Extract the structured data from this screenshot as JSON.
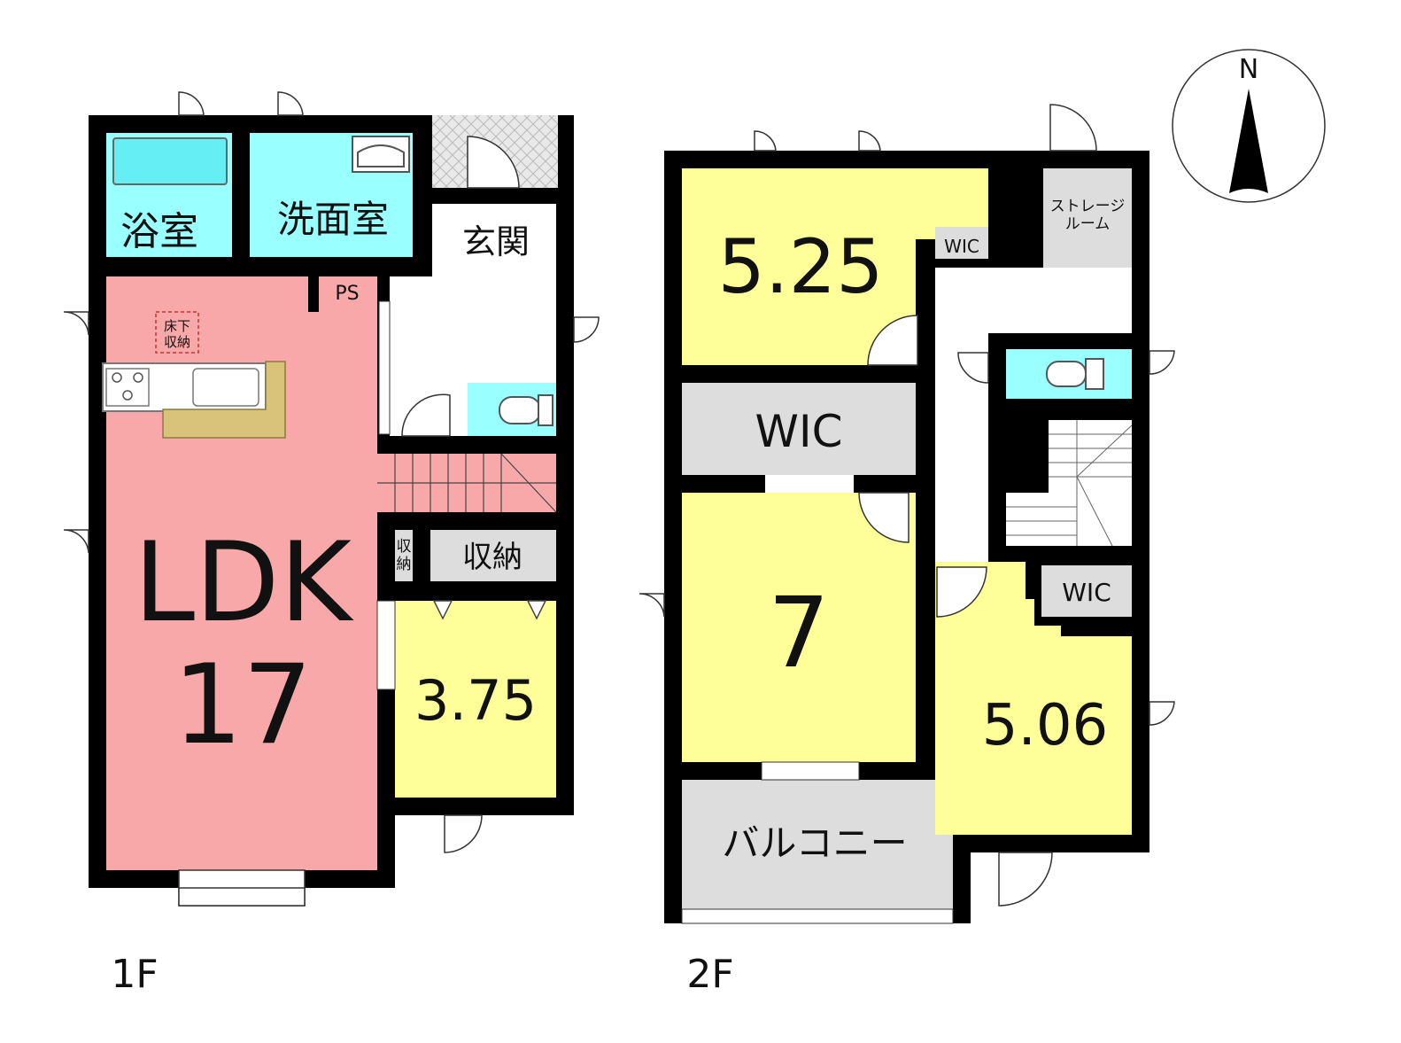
{
  "floors": [
    {
      "label": "1F",
      "rooms": {
        "bath": "浴室",
        "washroom": "洗面室",
        "entrance": "玄関",
        "ps": "PS",
        "underfloor_storage_line1": "床下",
        "underfloor_storage_line2": "収納",
        "ldk_name": "LDK",
        "ldk_size": "17",
        "small_storage_line1": "収",
        "small_storage_line2": "納",
        "storage": "収納",
        "bedroom_size": "3.75"
      }
    },
    {
      "label": "2F",
      "rooms": {
        "room_a_size": "5.25",
        "wic_small": "WIC",
        "storage_room_line1": "ストレージ",
        "storage_room_line2": "ルーム",
        "wic_center": "WIC",
        "room_b_size": "7",
        "wic_right": "WIC",
        "room_c_size": "5.06",
        "balcony": "バルコニー"
      }
    }
  ],
  "compass": {
    "label": "N"
  },
  "colors": {
    "wall": "#000000",
    "ldk": "#f8a8a8",
    "bedroom": "#ffff99",
    "wet_area": "#99ffff",
    "storage": "#dddddd",
    "hall": "#ffffff",
    "counter": "#d9c27a"
  }
}
